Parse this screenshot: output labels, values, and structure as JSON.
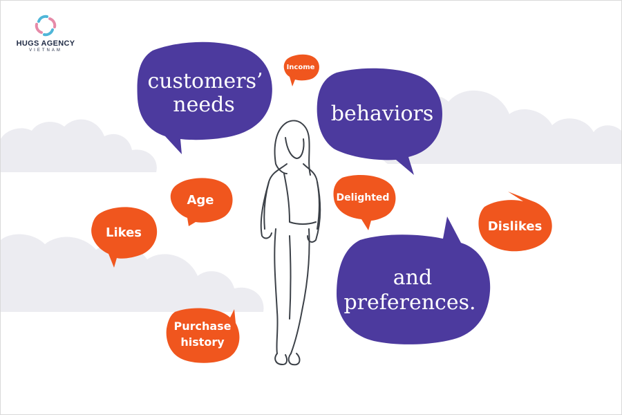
{
  "logo": {
    "name": "HUGS AGENCY",
    "subtitle": "VIETNAM"
  },
  "colors": {
    "purple_bubble": "#4c3a9e",
    "orange_bubble": "#f0561e",
    "cloud": "#ececf1",
    "figure_stroke": "#3b4047"
  },
  "bubbles": {
    "customers_needs": {
      "line1": "customers’",
      "line2": "needs"
    },
    "behaviors": {
      "text": "behaviors"
    },
    "preferences": {
      "line1": "and",
      "line2": "preferences."
    },
    "income": {
      "text": "Income"
    },
    "age": {
      "text": "Age"
    },
    "likes": {
      "text": "Likes"
    },
    "delighted": {
      "text": "Delighted"
    },
    "dislikes": {
      "text": "Dislikes"
    },
    "purchase_history": {
      "line1": "Purchase",
      "line2": "history"
    }
  }
}
